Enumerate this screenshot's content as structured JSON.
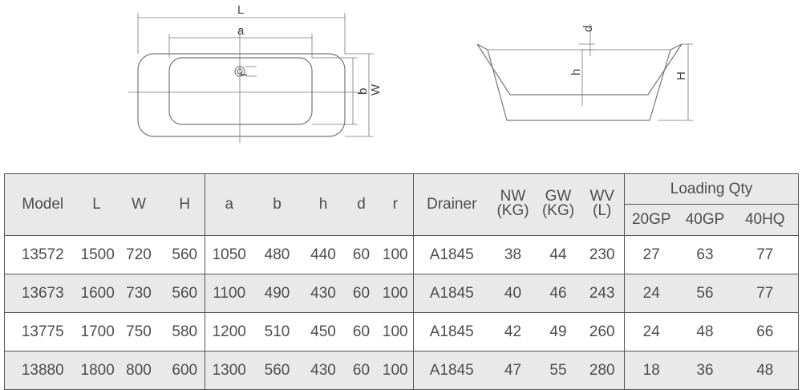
{
  "drawing": {
    "top_view_labels": {
      "L": "L",
      "a": "a",
      "r": "r",
      "b": "b",
      "W": "W"
    },
    "side_view_labels": {
      "d": "d",
      "h": "h",
      "H": "H"
    }
  },
  "table": {
    "headers": {
      "model": "Model",
      "L": "L",
      "W": "W",
      "H": "H",
      "a": "a",
      "b": "b",
      "h": "h",
      "d": "d",
      "r": "r",
      "drainer": "Drainer",
      "nw_top": "NW",
      "nw_bottom": "(KG)",
      "gw_top": "GW",
      "gw_bottom": "(KG)",
      "wv_top": "WV",
      "wv_bottom": "(L)",
      "loading_qty": "Loading Qty",
      "gp20": "20GP",
      "gp40": "40GP",
      "hq40": "40HQ"
    },
    "rows": [
      {
        "model": "13572",
        "L": "1500",
        "W": "720",
        "H": "560",
        "a": "1050",
        "b": "480",
        "h": "440",
        "d": "60",
        "r": "100",
        "drainer": "A1845",
        "nw": "38",
        "gw": "44",
        "wv": "230",
        "gp20": "27",
        "gp40": "63",
        "hq40": "77"
      },
      {
        "model": "13673",
        "L": "1600",
        "W": "730",
        "H": "560",
        "a": "1100",
        "b": "490",
        "h": "430",
        "d": "60",
        "r": "100",
        "drainer": "A1845",
        "nw": "40",
        "gw": "46",
        "wv": "243",
        "gp20": "24",
        "gp40": "56",
        "hq40": "77"
      },
      {
        "model": "13775",
        "L": "1700",
        "W": "750",
        "H": "580",
        "a": "1200",
        "b": "510",
        "h": "450",
        "d": "60",
        "r": "100",
        "drainer": "A1845",
        "nw": "42",
        "gw": "49",
        "wv": "260",
        "gp20": "24",
        "gp40": "48",
        "hq40": "66"
      },
      {
        "model": "13880",
        "L": "1800",
        "W": "800",
        "H": "600",
        "a": "1300",
        "b": "560",
        "h": "430",
        "d": "60",
        "r": "100",
        "drainer": "A1845",
        "nw": "47",
        "gw": "55",
        "wv": "280",
        "gp20": "18",
        "gp40": "36",
        "hq40": "48"
      }
    ]
  }
}
